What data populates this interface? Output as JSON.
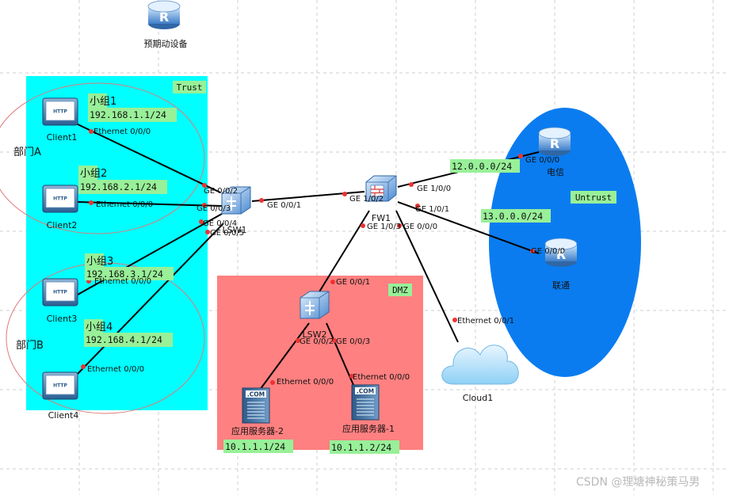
{
  "legend": {
    "label": "预期动设备"
  },
  "zones": {
    "trust": "Trust",
    "dmz": "DMZ",
    "untrust": "Untrust"
  },
  "colors": {
    "trust": "#00ffff",
    "dmz": "#ff8080",
    "untrust": "#0a7cf0",
    "label_bg": "#98f098",
    "link": "#000000",
    "port_dot": "#ee3333",
    "dept_circle": "#e07a7a"
  },
  "departments": {
    "a": "部门A",
    "b": "部门B"
  },
  "clients": [
    {
      "name": "Client1",
      "group": "小组1",
      "net": "192.168.1.1/24",
      "port": "Ethernet 0/0/0",
      "icon": "http-client-icon"
    },
    {
      "name": "Client2",
      "group": "小组2",
      "net": "192.168.2.1/24",
      "port": "Ethernet 0/0/0",
      "icon": "http-client-icon"
    },
    {
      "name": "Client3",
      "group": "小组3",
      "net": "192.168.3.1/24",
      "port": "Ethernet 0/0/0",
      "icon": "http-client-icon"
    },
    {
      "name": "Client4",
      "group": "小组4",
      "net": "192.168.4.1/24",
      "port": "Ethernet 0/0/0",
      "icon": "http-client-icon"
    }
  ],
  "lsw1": {
    "name": "LSW1",
    "ports": [
      "GE 0/0/2",
      "GE 0/0/3",
      "GE 0/0/4",
      "GE 0/0/5",
      "GE 0/0/1"
    ]
  },
  "fw1": {
    "name": "FW1",
    "ports": [
      "GE 1/0/2",
      "GE 1/0/0",
      "GE 1/0/1",
      "GE 1/0/3",
      "GE 0/0/0"
    ]
  },
  "routers": [
    {
      "name": "电信",
      "net": "12.0.0.0/24",
      "port": "GE 0/0/0",
      "icon": "router-icon"
    },
    {
      "name": "联通",
      "net": "13.0.0.0/24",
      "port": "GE 0/0/0",
      "icon": "router-icon"
    }
  ],
  "lsw2": {
    "name": "LSW2",
    "ports": [
      "GE 0/0/1",
      "GE 0/0/2",
      "GE 0/0/3"
    ]
  },
  "servers": [
    {
      "name": "应用服务器-2",
      "net": "10.1.1.1/24",
      "port": "Ethernet 0/0/0",
      "icon": "com-server-icon",
      "badge": ".COM"
    },
    {
      "name": "应用服务器-1",
      "net": "10.1.1.2/24",
      "port": "Ethernet 0/0/0",
      "icon": "com-server-icon",
      "badge": ".COM"
    }
  ],
  "cloud": {
    "name": "Cloud1",
    "port": "Ethernet 0/0/1",
    "icon": "cloud-icon"
  },
  "icon_labels": {
    "http": "HTTP",
    "router": "R"
  },
  "watermark": "CSDN @理塘神秘策马男"
}
